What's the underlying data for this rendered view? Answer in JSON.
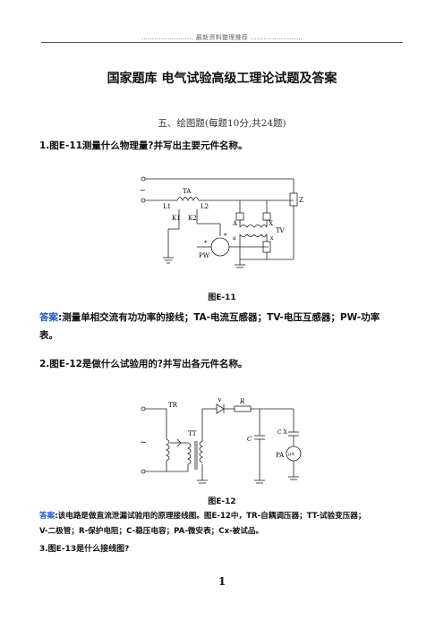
{
  "header": {
    "text": "…………………… 最新资料整理推荐 ……………………"
  },
  "title": "国家题库   电气试验高级工理论试题及答案",
  "section": "五、绘图题(每题10分,共24题)",
  "q1": {
    "question": "1.图E-11测量什么物理量?并写出主要元件名称。",
    "figure_label": "图E-11",
    "answer_label": "答案",
    "answer_line1": ":测量单相交流有功功率的接线；TA-电流互感器；TV-电压互感器；PW-功率",
    "answer_line2": "表。",
    "labels": {
      "tilde": "~",
      "TA": "TA",
      "L1": "L1",
      "L2": "L2",
      "K1": "K1",
      "K2": "K2",
      "A": "A",
      "X": "X",
      "a": "a",
      "x": "x",
      "TV": "TV",
      "Z": "Z",
      "PW": "PW",
      "star": "*"
    }
  },
  "q2": {
    "question": "2.图E-12是做什么试验用的?并写出各元件名称。",
    "figure_label": "图E-12",
    "answer_label": "答案",
    "answer_line1": ":该电路是做直流泄漏试验用的原理接线图。图E-12中，TR-自耦调压器；TT-试验变压器；",
    "answer_line2": "V-二极管；R-保护电阻；C-稳压电容；PA-微安表；Cx-被试品。",
    "labels": {
      "tilde": "~",
      "TR": "TR",
      "TT": "TT",
      "V": "V",
      "R": "R",
      "C": "C",
      "CX": "C X",
      "PA": "PA",
      "uA": "μA"
    }
  },
  "q3": {
    "question": "3.图E-13是什么接线图?"
  },
  "page_number": "1"
}
